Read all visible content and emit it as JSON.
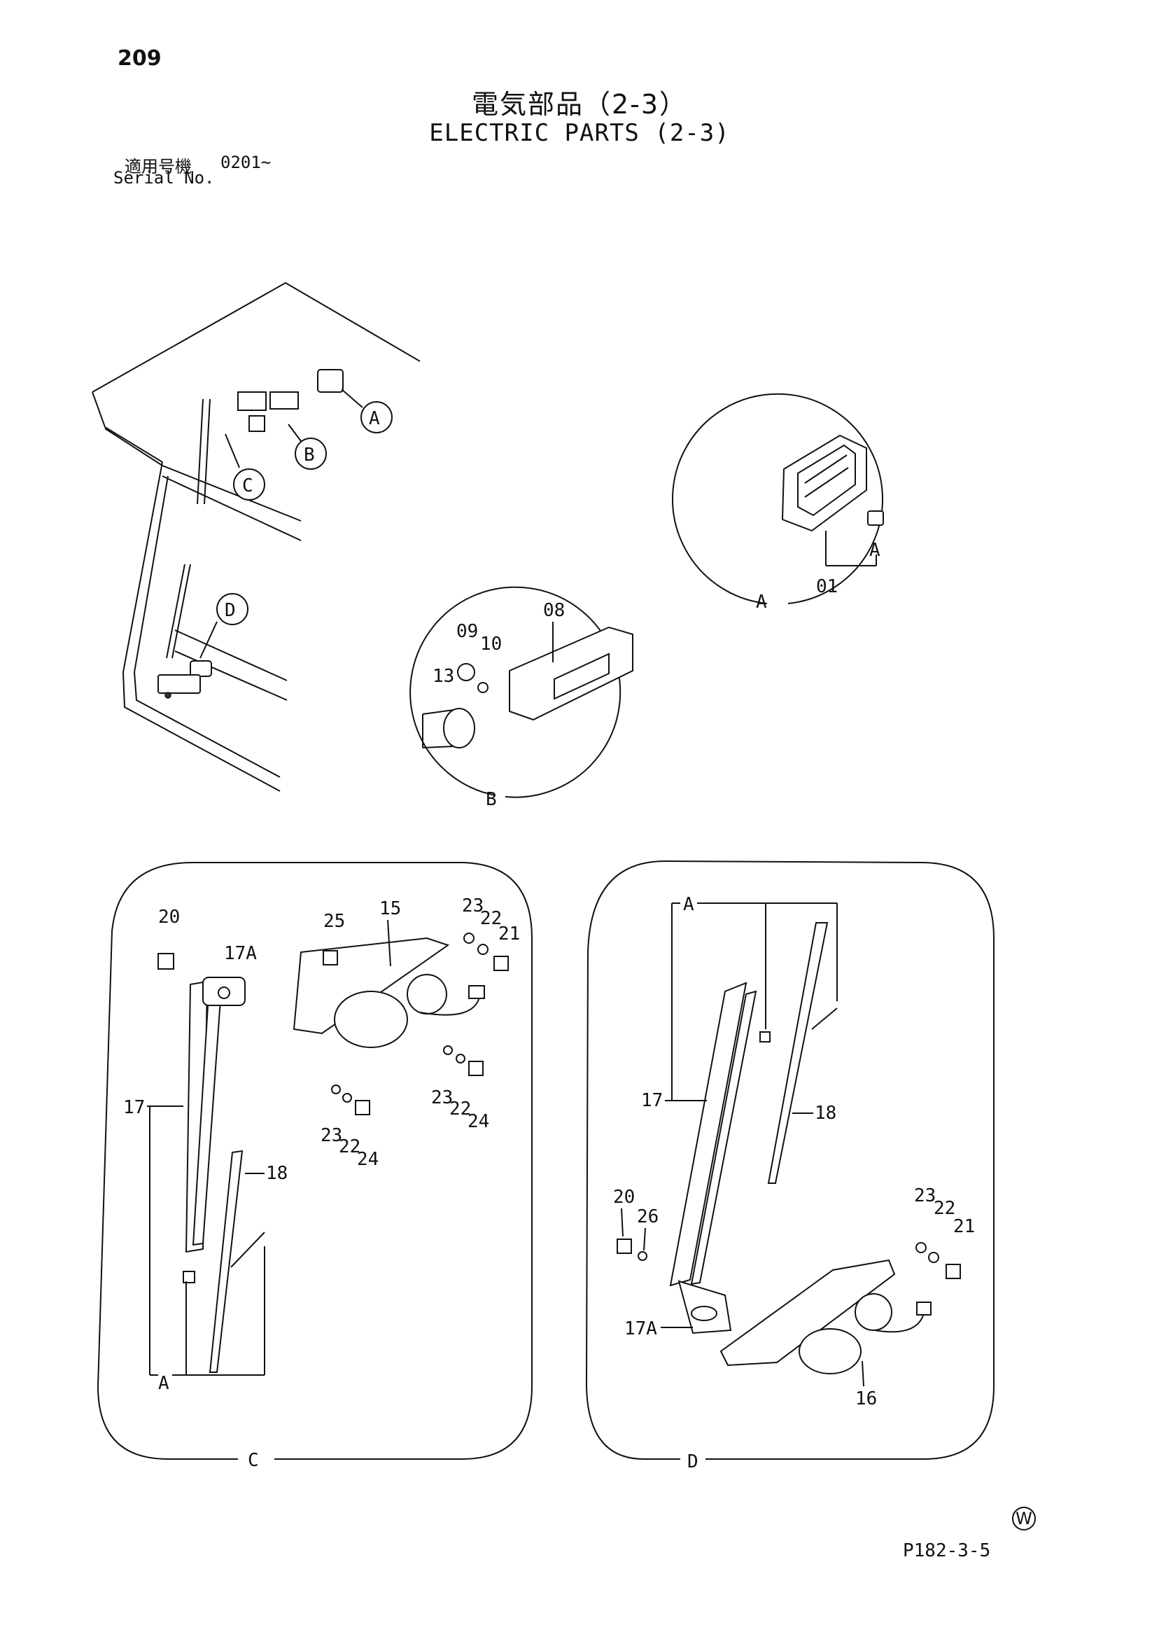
{
  "page": {
    "number": "209",
    "title_jp": "電気部品（2-3）",
    "title_en": "ELECTRIC PARTS (2-3)",
    "serial_label_jp": "適用号機",
    "serial_value": "0201~",
    "serial_label_en": "Serial No.",
    "footer_mark": "W",
    "footer_code": "P182-3-5"
  },
  "diagram": {
    "overview": {
      "callouts": [
        "A",
        "B",
        "C",
        "D"
      ]
    },
    "detail_A": {
      "name": "A",
      "parts": [
        "01",
        "A"
      ]
    },
    "detail_B": {
      "name": "B",
      "parts": [
        "08",
        "09",
        "10",
        "13"
      ]
    },
    "detail_C": {
      "name": "C",
      "parts": [
        "20",
        "17A",
        "25",
        "15",
        "23",
        "22",
        "21",
        "17",
        "23",
        "22",
        "24",
        "23",
        "22",
        "24",
        "18",
        "A"
      ]
    },
    "detail_D": {
      "name": "D",
      "parts": [
        "A",
        "17",
        "18",
        "20",
        "26",
        "23",
        "22",
        "21",
        "17A",
        "16"
      ]
    }
  }
}
